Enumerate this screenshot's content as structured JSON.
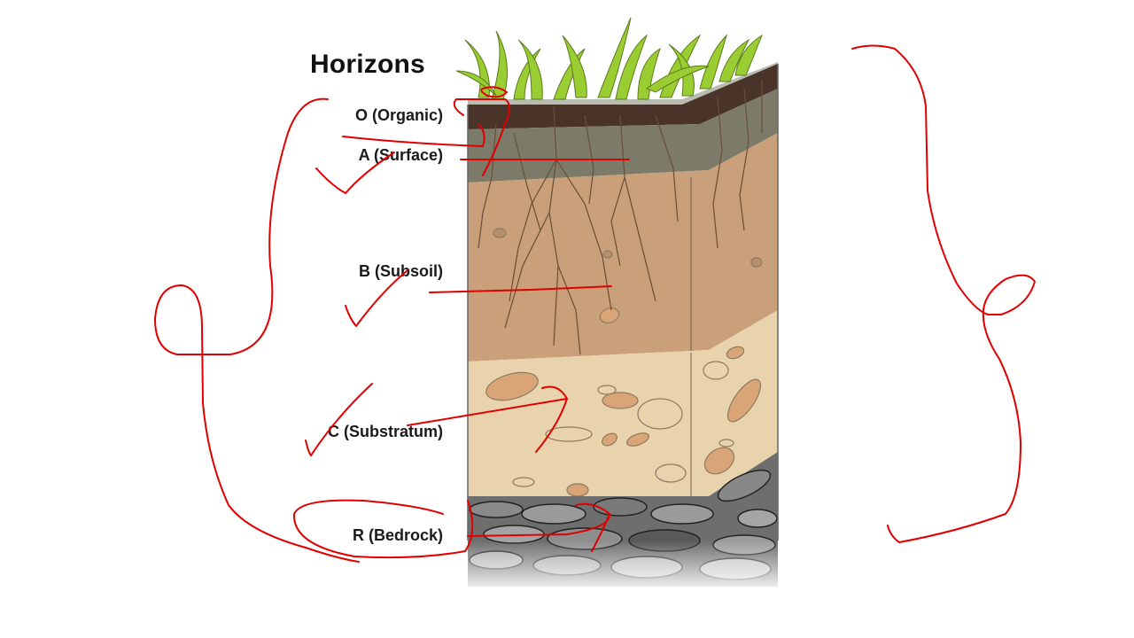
{
  "diagram": {
    "title": "Horizons",
    "horizons": [
      {
        "code": "O",
        "label": "O (Organic)",
        "color": "#4a3328"
      },
      {
        "code": "A",
        "label": "A (Surface)",
        "color": "#7c7a68"
      },
      {
        "code": "B",
        "label": "B (Subsoil)",
        "color": "#c9a07a"
      },
      {
        "code": "C",
        "label": "C (Substratum)",
        "color": "#e8d3ad"
      },
      {
        "code": "R",
        "label": "R (Bedrock)",
        "color": "#6e6e6e"
      }
    ],
    "colors": {
      "grass": "#9acd32",
      "grass_dark": "#6b8e23",
      "surface_top": "#b9bcb1",
      "roots": "#6a4e35",
      "pebbles": "#d9a576",
      "annotation": "#e00000"
    }
  }
}
